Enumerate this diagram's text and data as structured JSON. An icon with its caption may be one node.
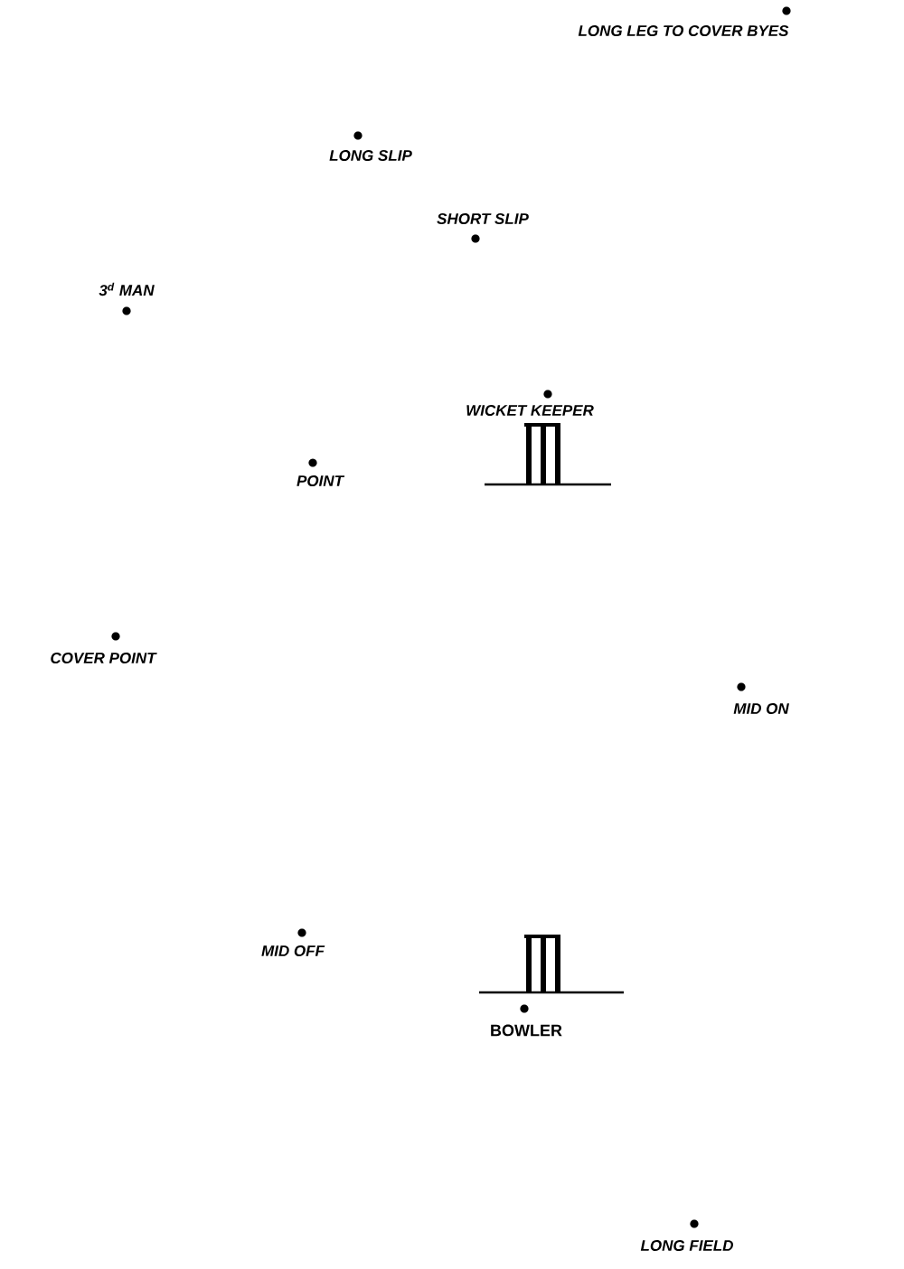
{
  "diagram": {
    "labels": [
      "LONG LEG TO COVER BYES",
      "LONG SLIP",
      "SHORT SLIP",
      "3$^{d}$ MAN",
      "WICKET KEEPER",
      "POINT",
      "COVER POINT",
      "MID ON",
      "MID OFF",
      "BOWLER",
      "LONG FIELD"
    ]
  }
}
